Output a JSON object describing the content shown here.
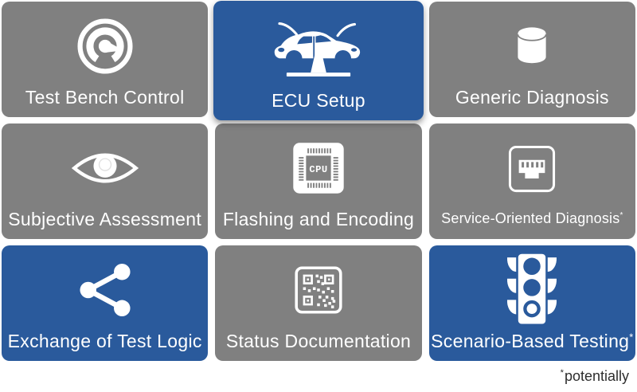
{
  "palette": {
    "tile_gray": "#808080",
    "tile_blue": "#2a5a9c",
    "background": "#ffffff",
    "label_color": "#ffffff",
    "footnote_color": "#2d2d2d"
  },
  "tiles": [
    {
      "label": "Test Bench Control",
      "sup": "",
      "icon": "gauge-icon",
      "variant": "gray"
    },
    {
      "label": "ECU Setup",
      "sup": "",
      "icon": "car-on-lift-icon",
      "variant": "blue",
      "elevated": true
    },
    {
      "label": "Generic Diagnosis",
      "sup": "",
      "icon": "database-icon",
      "variant": "gray"
    },
    {
      "label": "Subjective Assessment",
      "sup": "",
      "icon": "eye-icon",
      "variant": "gray"
    },
    {
      "label": "Flashing and Encoding",
      "sup": "",
      "icon": "cpu-chip-icon",
      "variant": "gray"
    },
    {
      "label": "Service-Oriented Diagnosis",
      "sup": "*",
      "icon": "ethernet-port-icon",
      "variant": "gray"
    },
    {
      "label": "Exchange of Test Logic",
      "sup": "",
      "icon": "share-icon",
      "variant": "blue"
    },
    {
      "label": "Status Documentation",
      "sup": "",
      "icon": "qr-code-icon",
      "variant": "gray"
    },
    {
      "label": "Scenario-Based Testing",
      "sup": "*",
      "icon": "traffic-light-icon",
      "variant": "blue"
    }
  ],
  "icons": {
    "cpu_text": "CPU"
  },
  "footnote": {
    "sup": "*",
    "text": "potentially"
  }
}
